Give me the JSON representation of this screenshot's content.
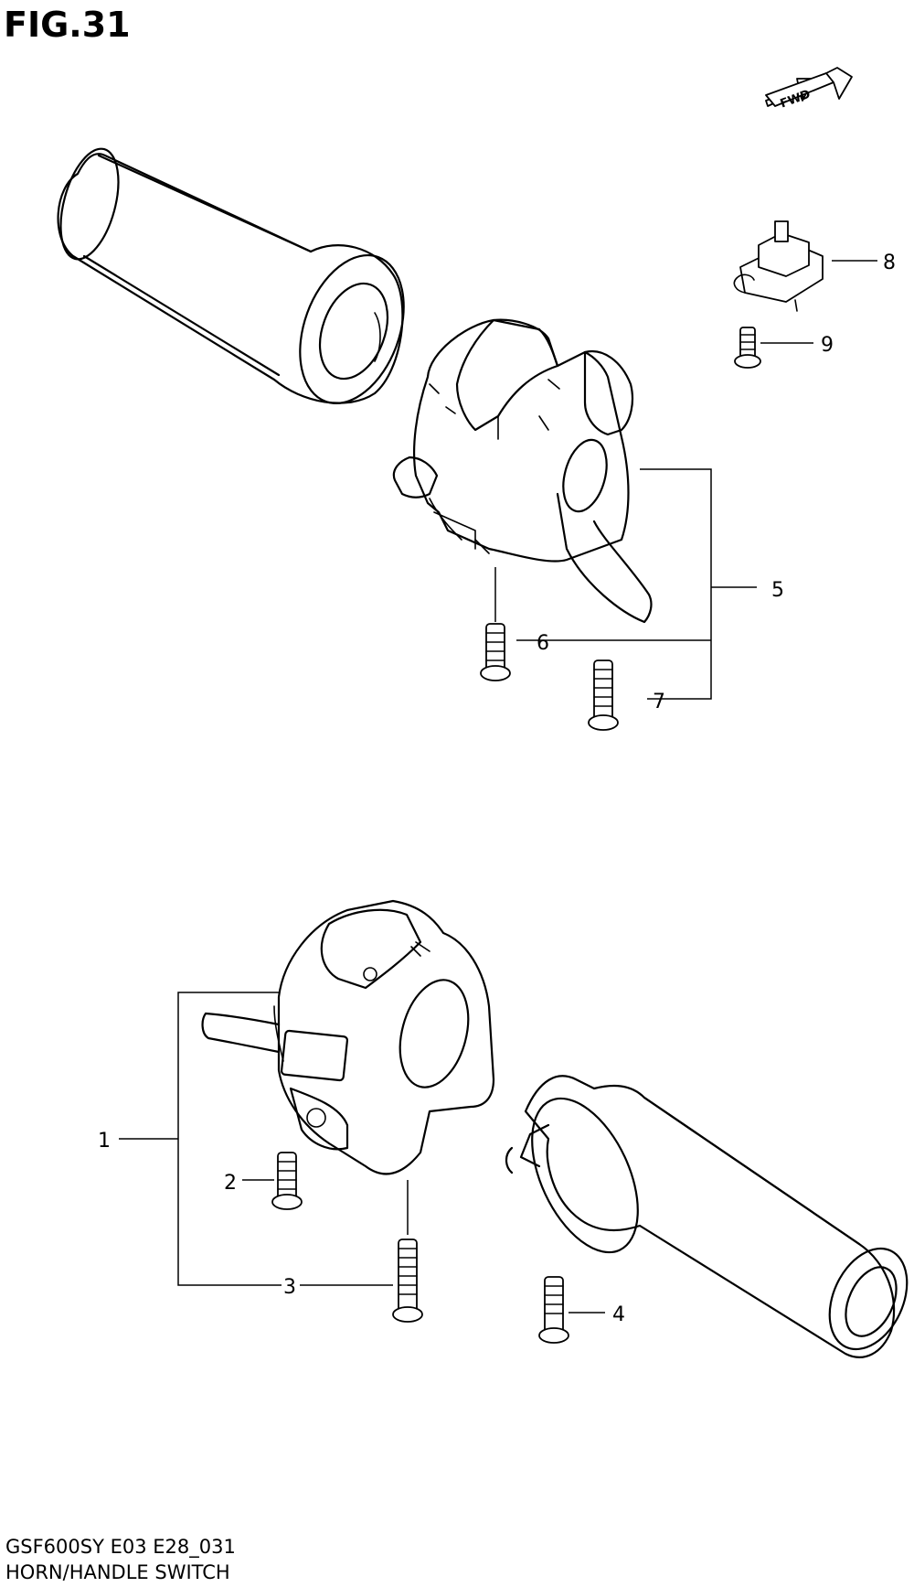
{
  "figure": {
    "title": "FIG.31",
    "fwd_label": "FWD",
    "model_code": "GSF600SY E03 E28_031",
    "caption": "HORN/HANDLE SWITCH"
  },
  "callouts": [
    {
      "id": "1",
      "label": "1"
    },
    {
      "id": "2",
      "label": "2"
    },
    {
      "id": "3",
      "label": "3"
    },
    {
      "id": "4",
      "label": "4"
    },
    {
      "id": "5",
      "label": "5"
    },
    {
      "id": "6",
      "label": "6"
    },
    {
      "id": "7",
      "label": "7"
    },
    {
      "id": "8",
      "label": "8"
    },
    {
      "id": "9",
      "label": "9"
    }
  ]
}
